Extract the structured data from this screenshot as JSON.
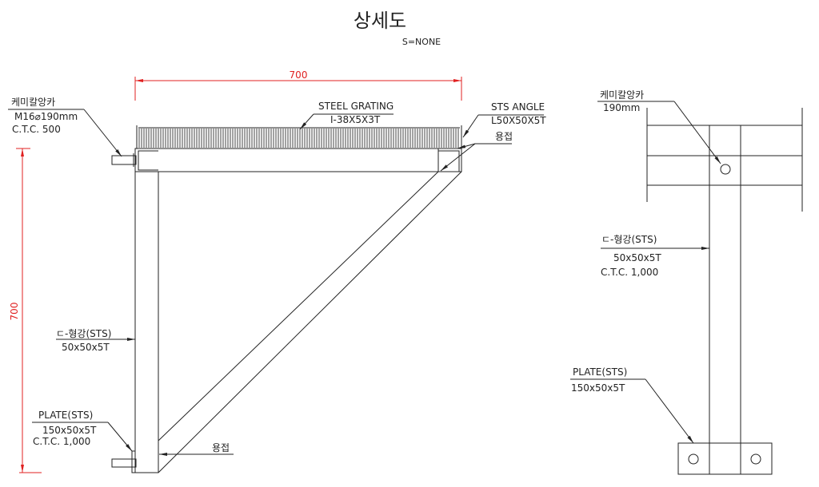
{
  "title": "상세도",
  "scale": "S=NONE",
  "colors": {
    "line": "#222222",
    "dimension": "#e02020"
  },
  "side_view": {
    "dim_horizontal": "700",
    "dim_vertical": "700",
    "anchor": {
      "name": "케미칼앙카",
      "spec": "M16⌀190mm",
      "ctc": "C.T.C. 500"
    },
    "grating": {
      "name": "STEEL GRATING",
      "spec": "I-38X5X3T"
    },
    "angle": {
      "name": "STS ANGLE",
      "spec": "L50X50X5T"
    },
    "weld_top": "용접",
    "channel": {
      "name": "ㄷ-형강(STS)",
      "spec": "50x50x5T"
    },
    "plate": {
      "name": "PLATE(STS)",
      "spec": "150x50x5T",
      "ctc": "C.T.C. 1,000"
    },
    "weld_bottom": "용접"
  },
  "front_view": {
    "anchor": {
      "name": "케미칼앙카",
      "spec": "190mm"
    },
    "channel": {
      "name": "ㄷ-형강(STS)",
      "spec": "50x50x5T",
      "ctc": "C.T.C. 1,000"
    },
    "plate": {
      "name": "PLATE(STS)",
      "spec": "150x50x5T"
    }
  }
}
